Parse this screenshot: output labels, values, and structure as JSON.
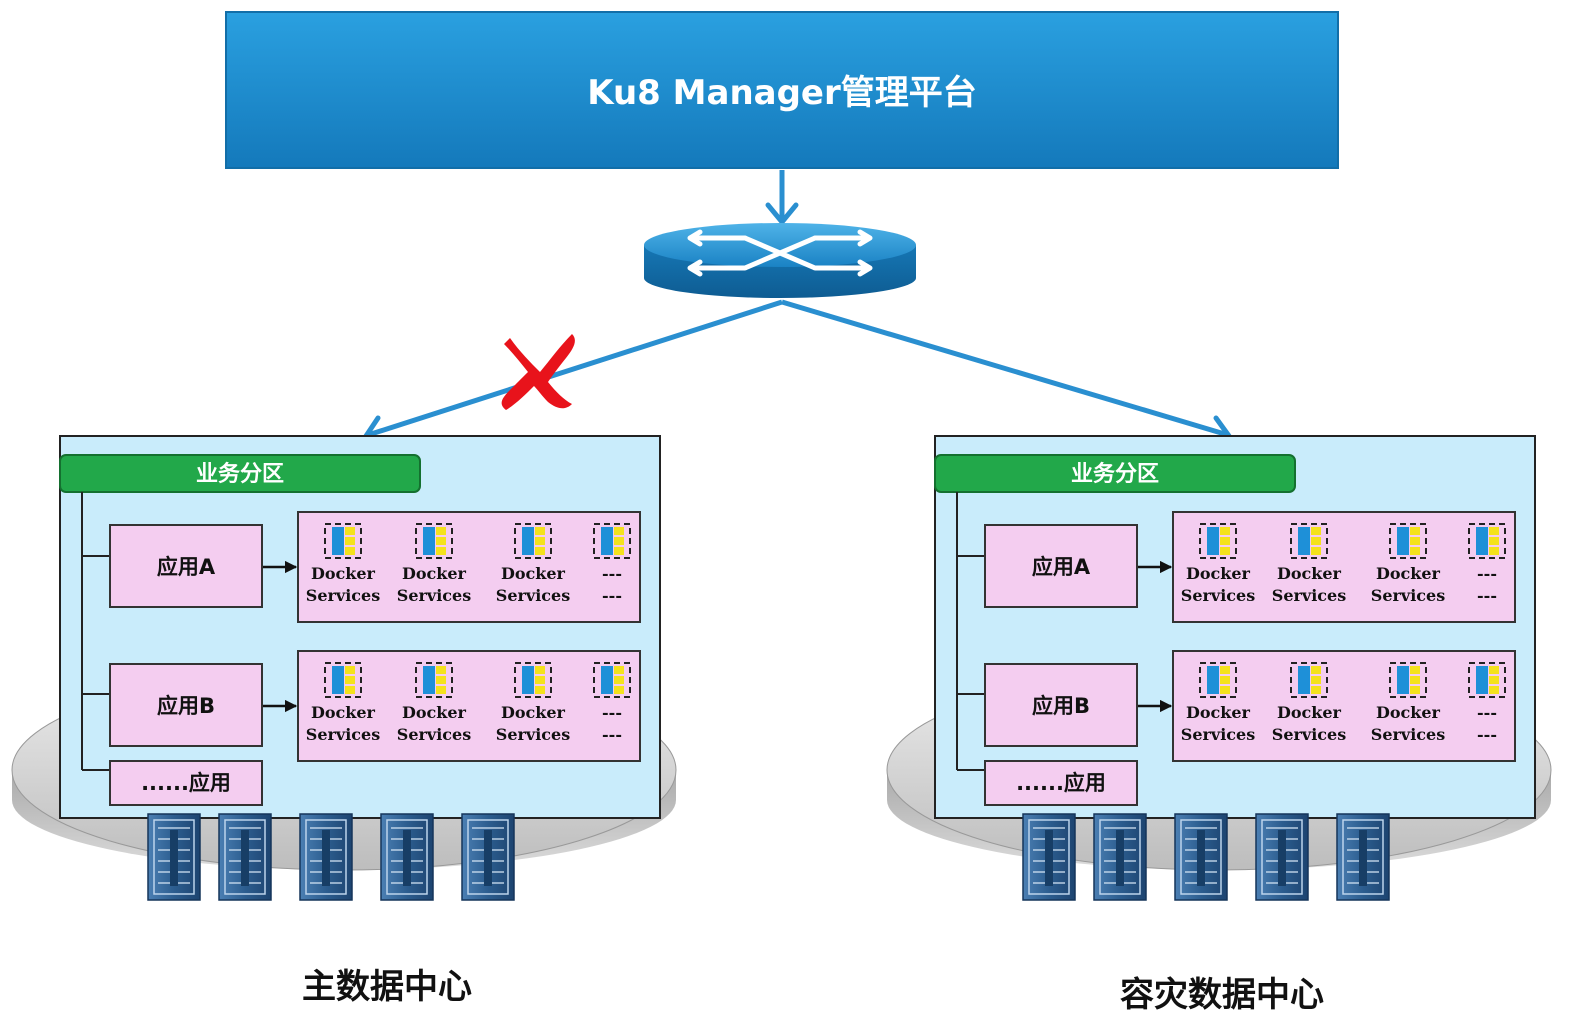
{
  "header": {
    "title": "Ku8 Manager管理平台"
  },
  "colors": {
    "banner": "#1a8dd0",
    "link": "#2a8fd0",
    "failure_mark": "#e8131b",
    "panel": "#c9ecfb",
    "partition": "#22a84a",
    "app_box": "#f4cdf0",
    "platform": "#c8c8c8",
    "server": "#2c5d8f"
  },
  "icons": {
    "switch": "network-switch-icon",
    "failure": "red-x-failure-icon",
    "container": "docker-container-icon",
    "server": "server-rack-icon"
  },
  "links": {
    "primary_status": "failed",
    "dr_status": "active"
  },
  "datacenters": [
    {
      "label": "主数据中心",
      "partition_label": "业务分区",
      "apps": [
        {
          "label": "应用A",
          "services": [
            {
              "line1": "Docker",
              "line2": "Services"
            },
            {
              "line1": "Docker",
              "line2": "Services"
            },
            {
              "line1": "Docker",
              "line2": "Services"
            },
            {
              "line1": "---",
              "line2": "---"
            }
          ]
        },
        {
          "label": "应用B",
          "services": [
            {
              "line1": "Docker",
              "line2": "Services"
            },
            {
              "line1": "Docker",
              "line2": "Services"
            },
            {
              "line1": "Docker",
              "line2": "Services"
            },
            {
              "line1": "---",
              "line2": "---"
            }
          ]
        }
      ],
      "more_label": "......应用",
      "server_count": 5
    },
    {
      "label": "容灾数据中心",
      "partition_label": "业务分区",
      "apps": [
        {
          "label": "应用A",
          "services": [
            {
              "line1": "Docker",
              "line2": "Services"
            },
            {
              "line1": "Docker",
              "line2": "Services"
            },
            {
              "line1": "Docker",
              "line2": "Services"
            },
            {
              "line1": "---",
              "line2": "---"
            }
          ]
        },
        {
          "label": "应用B",
          "services": [
            {
              "line1": "Docker",
              "line2": "Services"
            },
            {
              "line1": "Docker",
              "line2": "Services"
            },
            {
              "line1": "Docker",
              "line2": "Services"
            },
            {
              "line1": "---",
              "line2": "---"
            }
          ]
        }
      ],
      "more_label": "......应用",
      "server_count": 5
    }
  ]
}
